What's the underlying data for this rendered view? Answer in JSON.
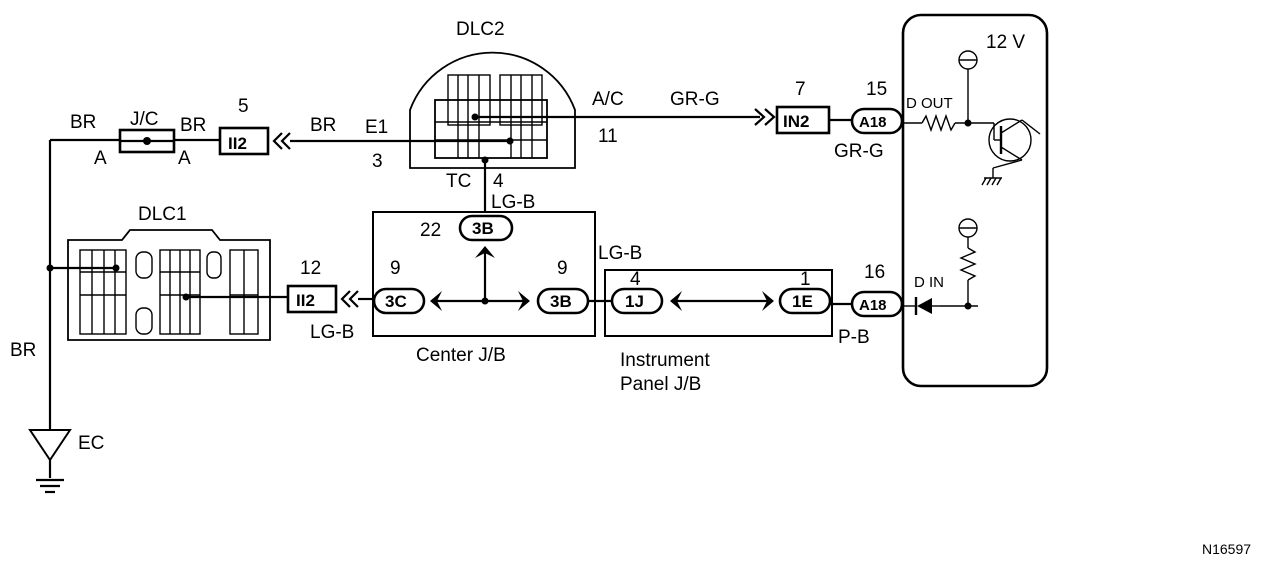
{
  "ecu": {
    "voltage": "12 V",
    "d_out": "D OUT",
    "d_in": "D IN"
  },
  "connectors": {
    "dlc1": "DLC1",
    "dlc2": "DLC2",
    "jc": "J/C",
    "ii2_top": "II2",
    "ii2_bottom": "II2",
    "in2": "IN2",
    "a18_top": "A18",
    "a18_bottom": "A18",
    "b3_top": "3B",
    "b3_right": "3B",
    "c3": "3C",
    "j1": "1J",
    "e1": "1E"
  },
  "pins": {
    "p5": "5",
    "p7": "7",
    "p15": "15",
    "p11": "11",
    "p3": "3",
    "p4": "4",
    "p22": "22",
    "p9a": "9",
    "p9b": "9",
    "p12": "12",
    "p16": "16",
    "p4b": "4",
    "p1": "1",
    "jc_a1": "A",
    "jc_a2": "A",
    "e1_lbl": "E1",
    "tc_lbl": "TC",
    "ac_lbl": "A/C"
  },
  "wires": {
    "br1": "BR",
    "br2": "BR",
    "br3": "BR",
    "br4": "BR",
    "grg1": "GR-G",
    "grg2": "GR-G",
    "lgb1": "LG-B",
    "lgb2": "LG-B",
    "lgb3": "LG-B",
    "pb": "P-B"
  },
  "blocks": {
    "center_jb": "Center J/B",
    "instrument_jb_1": "Instrument",
    "instrument_jb_2": "Panel J/B"
  },
  "ground": "EC",
  "figure_id": "N16597"
}
